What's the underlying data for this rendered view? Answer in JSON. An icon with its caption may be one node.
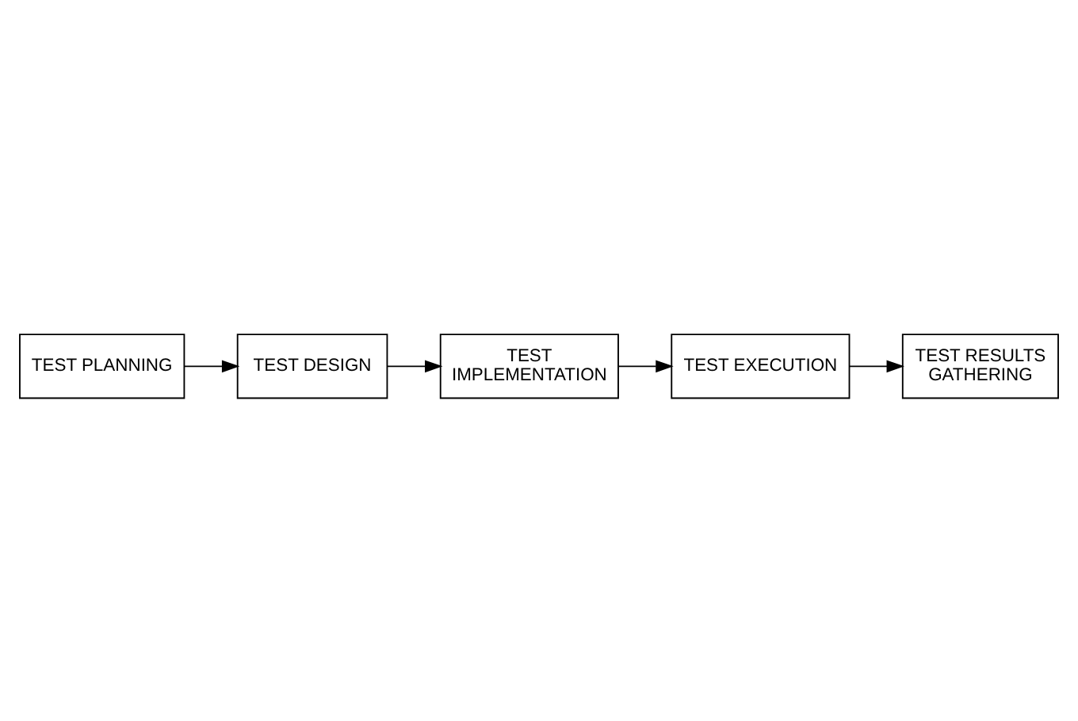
{
  "diagram": {
    "nodes": [
      {
        "text": [
          "TEST PLANNING"
        ]
      },
      {
        "text": [
          "TEST DESIGN"
        ]
      },
      {
        "text": [
          "TEST IMPLEMENTATION"
        ]
      },
      {
        "text": [
          "TEST EXECUTION"
        ]
      },
      {
        "text": [
          "TEST RESULTS GATHERING"
        ]
      }
    ],
    "edges": [
      {
        "from": 0,
        "to": 1,
        "arrow": "to"
      },
      {
        "from": 1,
        "to": 2,
        "arrow": "to"
      },
      {
        "from": 2,
        "to": 3,
        "arrow": "to"
      },
      {
        "from": 3,
        "to": 4,
        "arrow": "to"
      }
    ]
  }
}
